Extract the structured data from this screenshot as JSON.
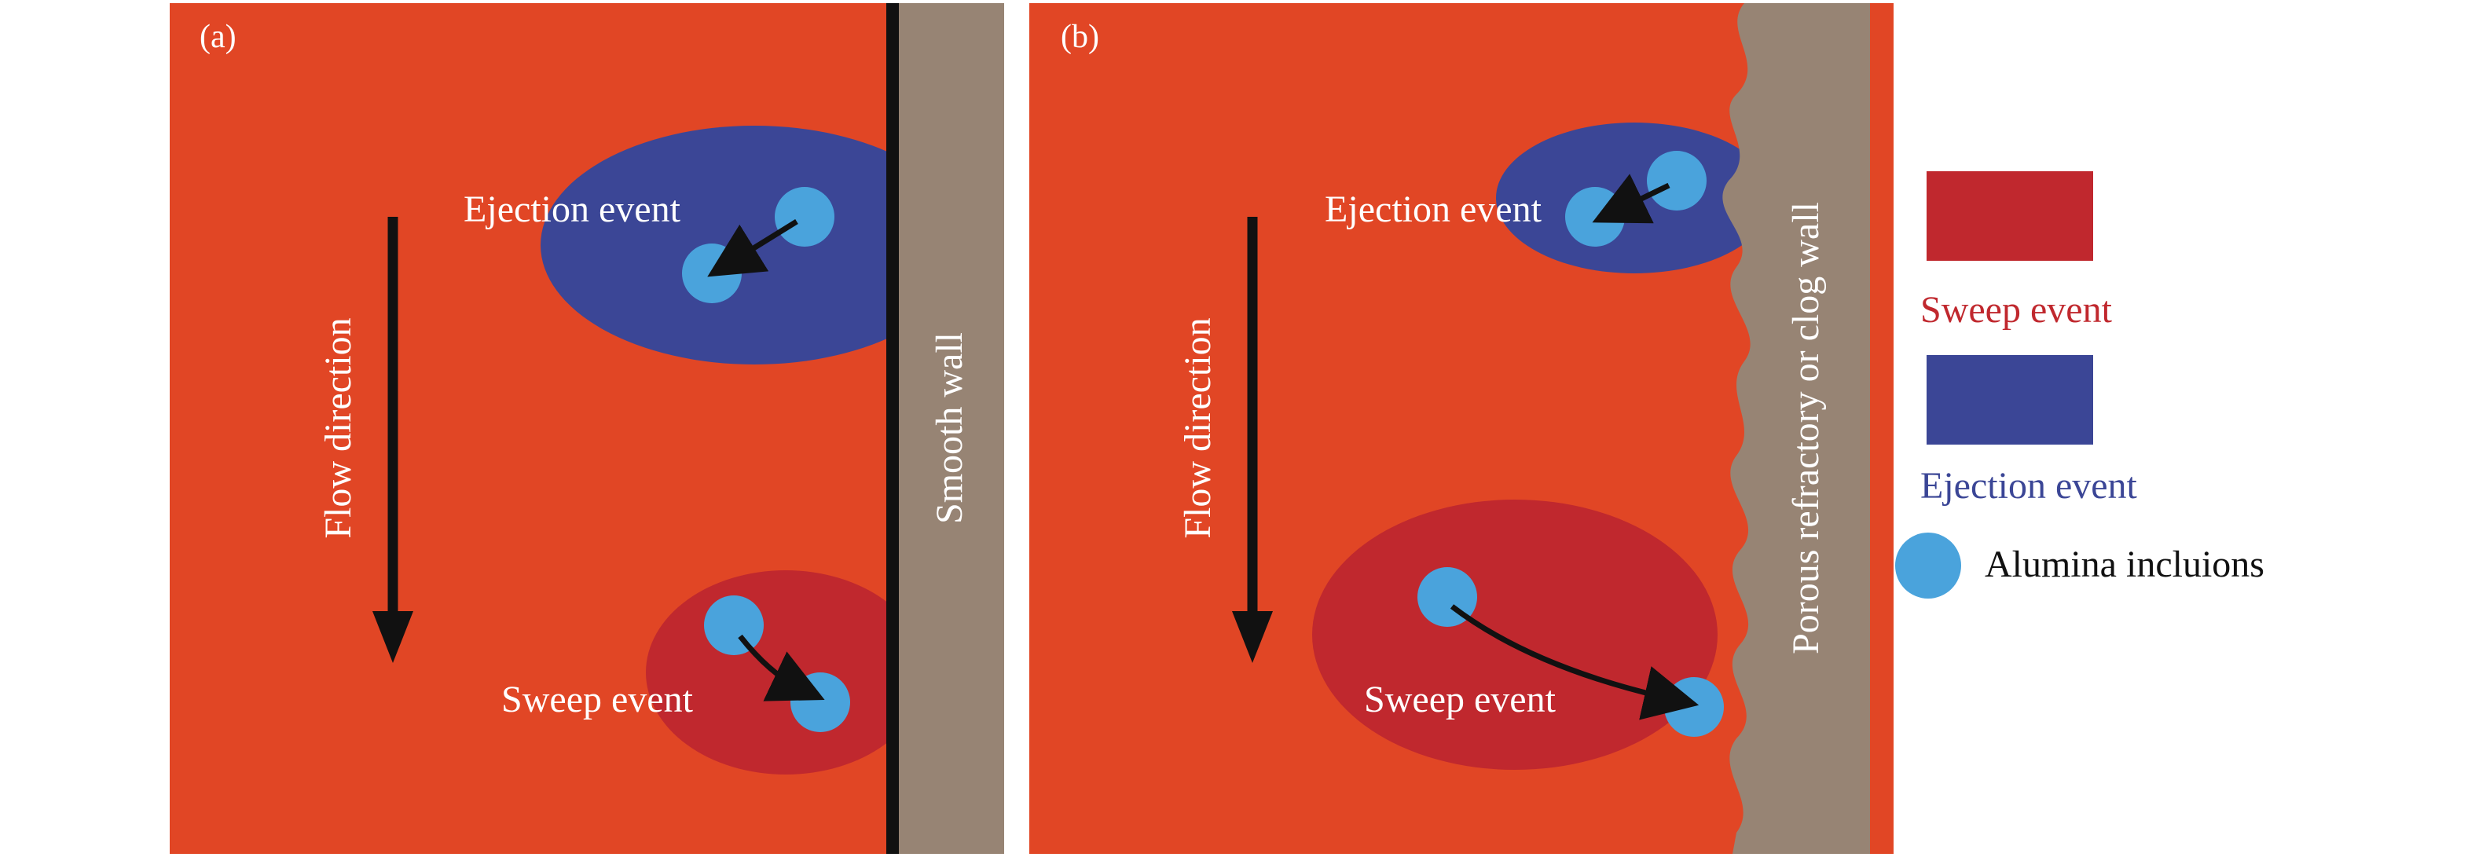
{
  "colors": {
    "melt": "#e14625",
    "ejection": "#3b4696",
    "sweep": "#c0282e",
    "inclusion": "#4aa3dc",
    "wall": "#978474",
    "wall_line": "#111111",
    "arrow": "#111111",
    "label_light": "#ffffff",
    "legend_text": "#111111"
  },
  "panel_a": {
    "tag": "(a)",
    "flow_label": "Flow direction",
    "ejection_label": "Ejection event",
    "sweep_label": "Sweep event",
    "wall_label": "Smooth wall"
  },
  "panel_b": {
    "tag": "(b)",
    "flow_label": "Flow direction",
    "ejection_label": "Ejection event",
    "sweep_label": "Sweep event",
    "wall_label": "Porous refractory or clog wall"
  },
  "legend": {
    "sweep_label": "Sweep event",
    "ejection_label": "Ejection event",
    "inclusion_label": "Alumina incluions"
  }
}
